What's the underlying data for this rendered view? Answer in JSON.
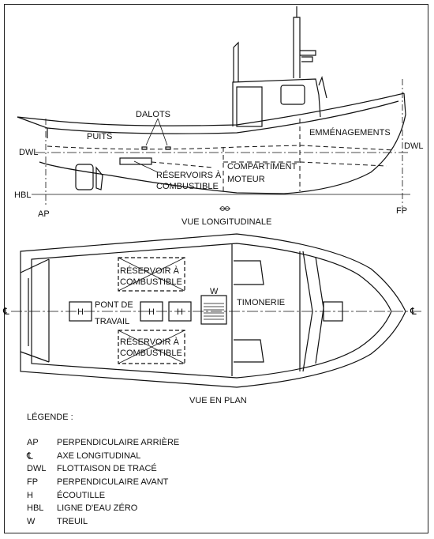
{
  "profile_view": {
    "caption": "VUE LONGITUDINALE",
    "labels": {
      "dalots": "DALOTS",
      "puits": "PUITS",
      "emmenagements": "EMMÉNAGEMENTS",
      "dwl_left": "DWL",
      "dwl_right": "DWL",
      "reservoirs_1": "RÉSERVOIRS À",
      "reservoirs_2": "COMBUSTIBLE",
      "compartiment_1": "COMPARTIMENT",
      "compartiment_2": "MOTEUR",
      "hbl": "HBL",
      "ap": "AP",
      "fp": "FP"
    }
  },
  "plan_view": {
    "caption": "VUE EN PLAN",
    "labels": {
      "res_top_1": "RÉSERVOIR À",
      "res_top_2": "COMBUSTIBLE",
      "res_bot_1": "RÉSERVOIR À",
      "res_bot_2": "COMBUSTIBLE",
      "pont_1": "PONT DE",
      "pont_2": "TRAVAIL",
      "hatch_1": "H",
      "hatch_2": "H",
      "hatch_3": "H",
      "winch": "W",
      "timonerie": "TIMONERIE"
    }
  },
  "legend": {
    "title": "LÉGENDE :",
    "items": [
      {
        "abbr": "AP",
        "text": "PERPENDICULAIRE ARRIÈRE"
      },
      {
        "abbr": "℄",
        "text": "AXE LONGITUDINAL"
      },
      {
        "abbr": "DWL",
        "text": "FLOTTAISON DE TRACÉ"
      },
      {
        "abbr": "FP",
        "text": "PERPENDICULAIRE AVANT"
      },
      {
        "abbr": "H",
        "text": "ÉCOUTILLE"
      },
      {
        "abbr": "HBL",
        "text": "LIGNE D'EAU ZÉRO"
      },
      {
        "abbr": "W",
        "text": "TREUIL"
      }
    ]
  },
  "centerline_symbol": "℄"
}
